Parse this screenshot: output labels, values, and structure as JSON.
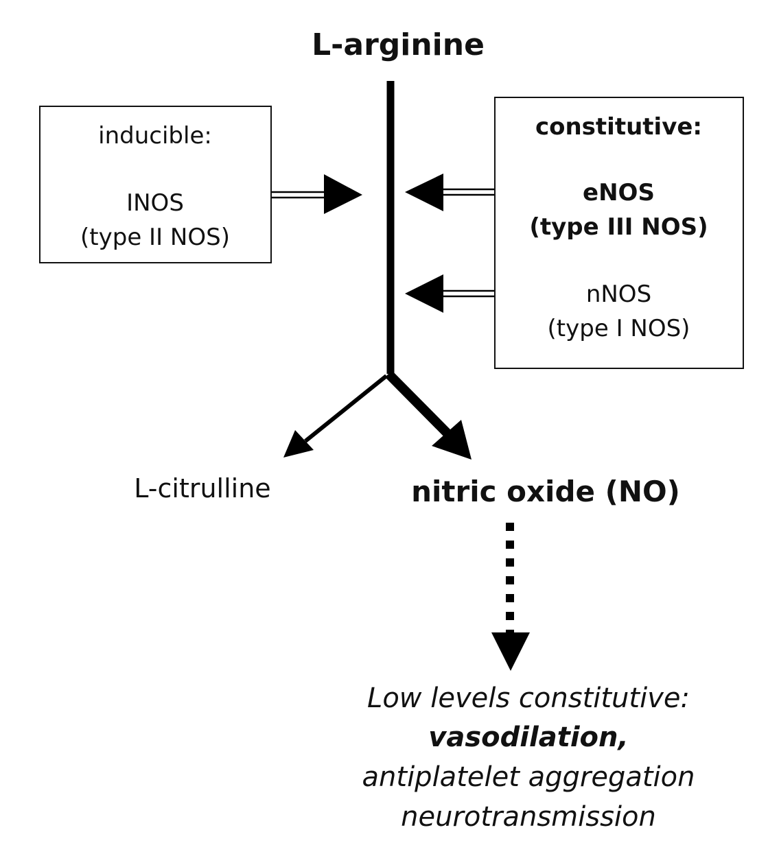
{
  "top": {
    "label": "L-arginine"
  },
  "inducible_box": {
    "heading": "inducible:",
    "enzyme": "INOS",
    "type": "(type II NOS)"
  },
  "constitutive_box": {
    "heading": "constitutive:",
    "enos": "eNOS",
    "enos_type": "(type III NOS)",
    "nnos": "nNOS",
    "nnos_type": "(type I NOS)"
  },
  "products": {
    "citrulline": "L-citrulline",
    "no": "nitric oxide (NO)"
  },
  "effects": {
    "line1": "Low levels constitutive:",
    "line2": "vasodilation,",
    "line3": "antiplatelet aggregation",
    "line4": "neurotransmission"
  }
}
